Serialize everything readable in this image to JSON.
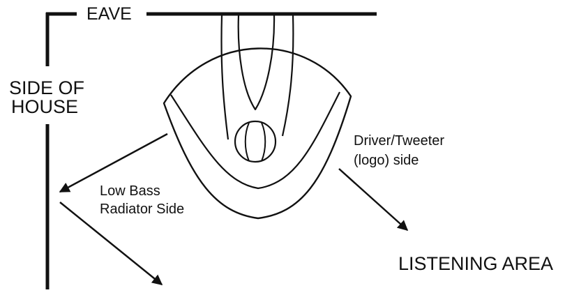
{
  "labels": {
    "eave": "EAVE",
    "side_of_house_line1": "SIDE OF",
    "side_of_house_line2": "HOUSE",
    "low_bass_line1": "Low Bass",
    "low_bass_line2": "Radiator Side",
    "driver_line1": "Driver/Tweeter",
    "driver_line2": "(logo) side",
    "listening_area": "LISTENING AREA"
  },
  "colors": {
    "ink": "#111111",
    "background": "#ffffff"
  }
}
